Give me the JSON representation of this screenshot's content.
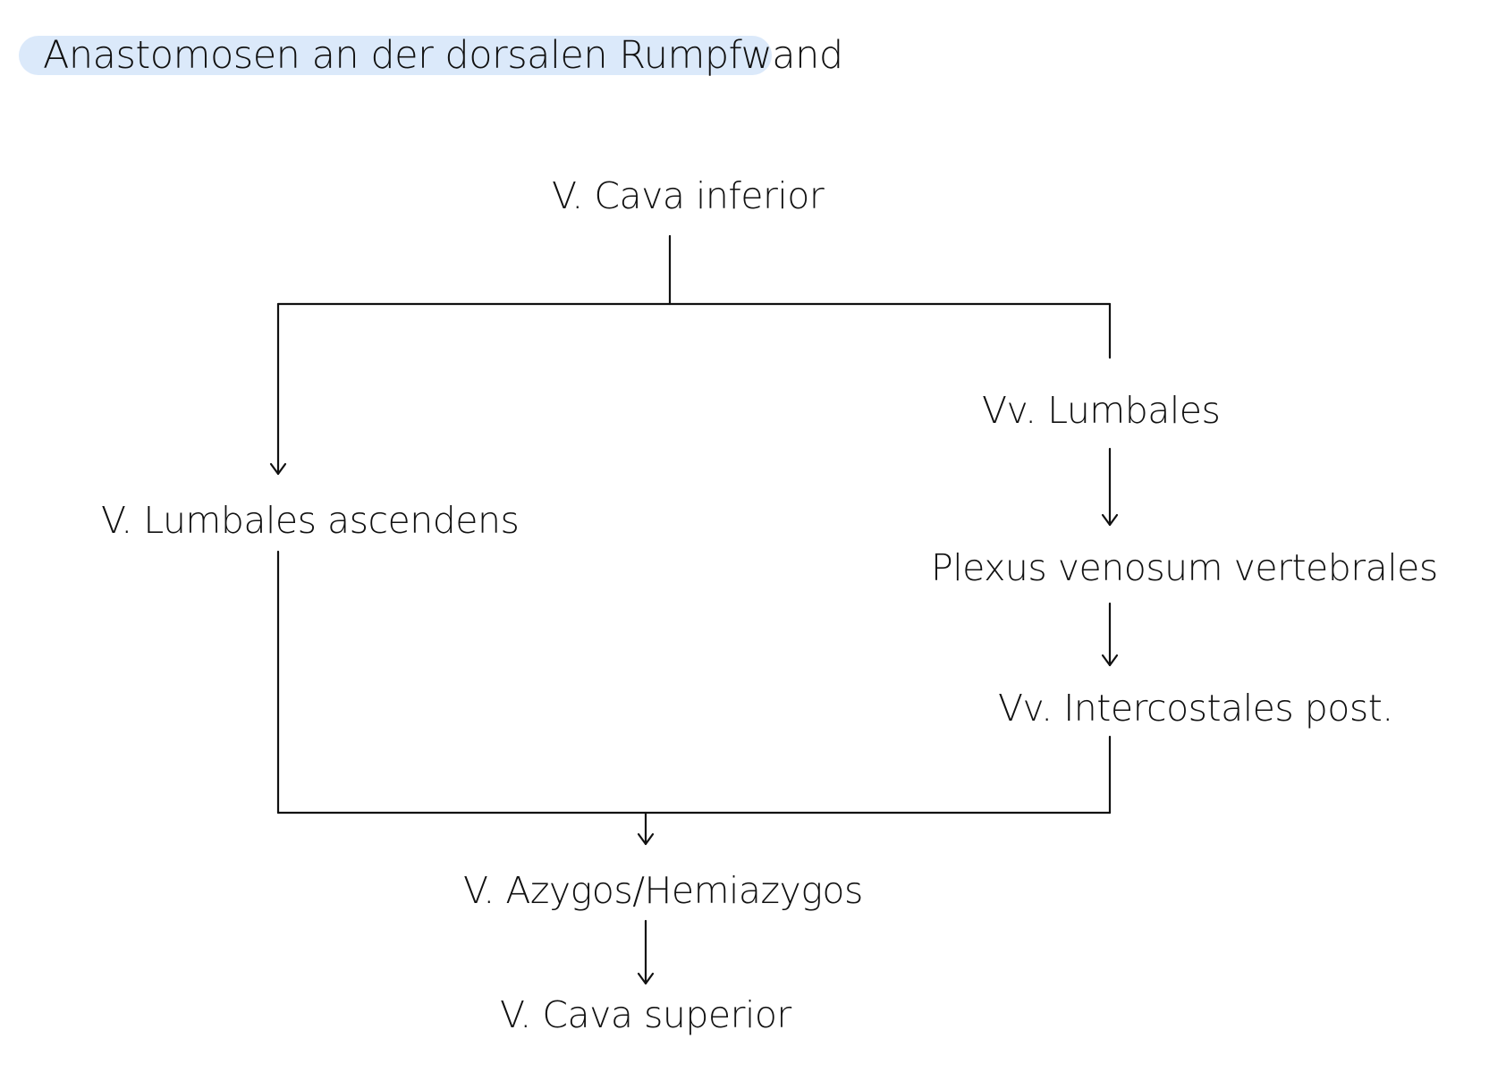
{
  "title": "Anastomosen an der dorsalen Rumpfwand",
  "colors": {
    "title_highlight": "#dbe9fa",
    "line": "#111111"
  },
  "nodes": {
    "cava_inferior": "V. Cava inferior",
    "lumbales_ascendens": "V. Lumbales ascendens",
    "vv_lumbales": "Vv. Lumbales",
    "plexus_venosum": "Plexus venosum vertebrales",
    "vv_intercostales": "Vv. Intercostales post.",
    "azygos": "V. Azygos/Hemiazygos",
    "cava_superior": "V. Cava superior"
  }
}
